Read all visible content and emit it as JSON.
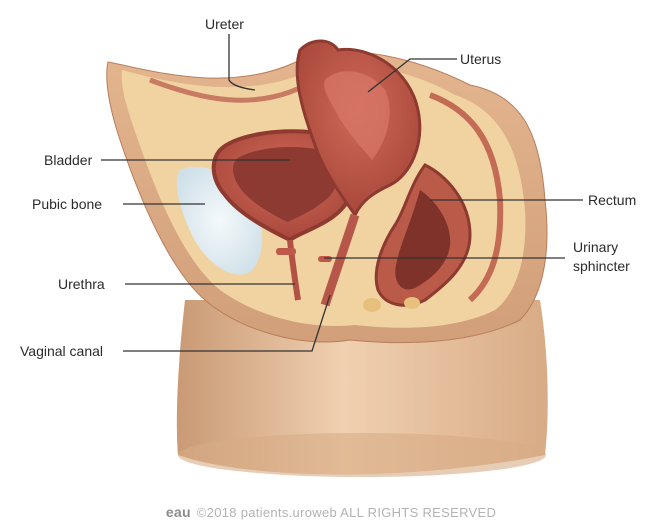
{
  "labels": {
    "ureter": "Ureter",
    "uterus": "Uterus",
    "bladder": "Bladder",
    "pubic_bone": "Pubic bone",
    "rectum": "Rectum",
    "urinary_sphincter_line1": "Urinary",
    "urinary_sphincter_line2": "sphincter",
    "urethra": "Urethra",
    "vaginal_canal": "Vaginal canal"
  },
  "footer": {
    "logo": "eau",
    "text": "©2018 patients.uroweb ALL RIGHTS RESERVED"
  },
  "colors": {
    "skin": "#e9c6a3",
    "skin_shadow": "#d4a57f",
    "tissue": "#f2d7a6",
    "organ": "#c0584a",
    "organ_dark": "#9a3f34",
    "bone": "#d6e6ec",
    "leader_line": "#333333"
  }
}
